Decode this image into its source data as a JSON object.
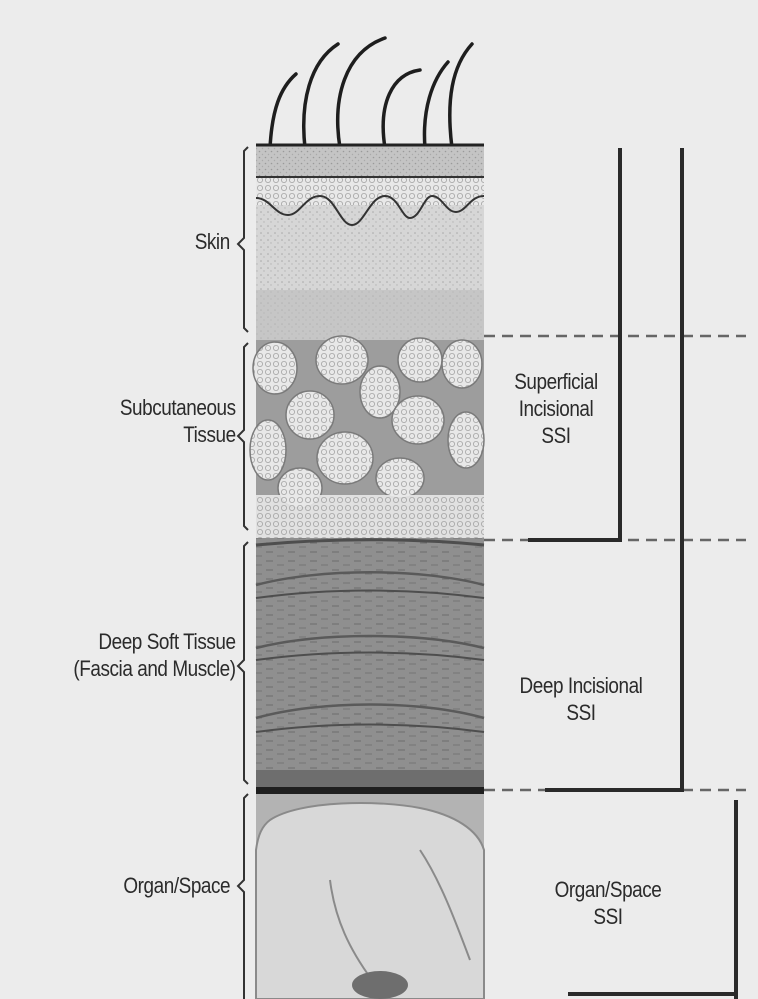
{
  "layers": [
    {
      "label_lines": [
        "Skin"
      ]
    },
    {
      "label_lines": [
        "Subcutaneous",
        "Tissue"
      ]
    },
    {
      "label_lines": [
        "Deep Soft Tissue",
        "(Fascia and Muscle)"
      ]
    },
    {
      "label_lines": [
        "Organ/Space"
      ]
    }
  ],
  "ssi_types": [
    {
      "label_lines": [
        "Superficial",
        "Incisional",
        "SSI"
      ]
    },
    {
      "label_lines": [
        "Deep Incisional",
        "SSI"
      ]
    },
    {
      "label_lines": [
        "Organ/Space",
        "SSI"
      ]
    }
  ],
  "colors": {
    "background": "#ececec",
    "ink": "#2b2b2b",
    "skin_band": "#bdbdbd",
    "fat_lobule": "#dedede",
    "muscle": "#8e8e8e",
    "organ": "#c9c9c9"
  }
}
